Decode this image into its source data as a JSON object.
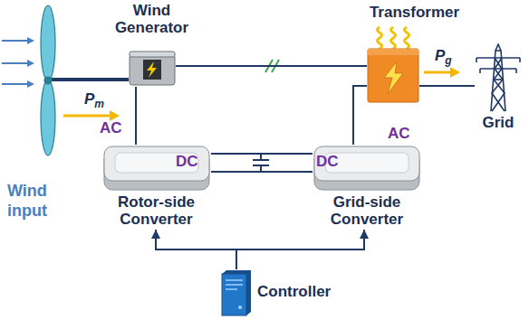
{
  "diagram": {
    "nodes": [
      {
        "text": [
          "Wind Generator"
        ]
      },
      {
        "text": [
          "Transformer"
        ]
      },
      {
        "text": [
          "Grid"
        ]
      },
      {
        "text": [
          "Rotor-side Converter"
        ]
      },
      {
        "text": [
          "Grid-side Converter"
        ]
      },
      {
        "text": [
          "Controller"
        ]
      }
    ],
    "edges": [
      {
        "from": 0,
        "to": 1,
        "arrow": "none"
      },
      {
        "from": 0,
        "to": 3,
        "arrow": "none"
      },
      {
        "from": 3,
        "to": 4,
        "arrow": "none"
      },
      {
        "from": 4,
        "to": 1,
        "arrow": "none"
      },
      {
        "from": 5,
        "to": 3,
        "arrow": "to"
      },
      {
        "from": 5,
        "to": 4,
        "arrow": "to"
      },
      {
        "from": 1,
        "to": 2,
        "arrow": "none",
        "label": "Pg"
      }
    ],
    "labels": [
      "Wind input",
      "Pm",
      "AC",
      "DC",
      "DC",
      "AC"
    ]
  }
}
